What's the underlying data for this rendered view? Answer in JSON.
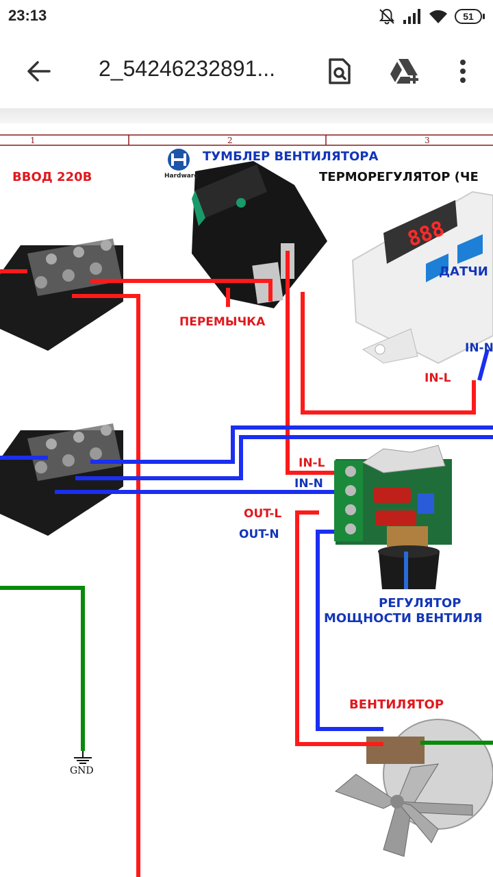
{
  "status_bar": {
    "time": "23:13",
    "battery": "51"
  },
  "app_bar": {
    "title": "2_54246232891..."
  },
  "diagram": {
    "grid_labels": [
      "1",
      "2",
      "3"
    ],
    "logo_text": "Hardware",
    "labels": {
      "input": "ВВОД 220В",
      "switch": "ТУМБЛЕР ВЕНТИЛЯТОРА",
      "thermostat": "ТЕРМОРЕГУЛЯТОР (ЧЕ",
      "sensor": "ДАТЧИ",
      "jumper": "ПЕРЕМЫЧКА",
      "thermo_in_n": "IN-N",
      "thermo_in_l": "IN-L",
      "reg_in_l": "IN-L",
      "reg_in_n": "IN-N",
      "reg_out_l": "OUT-L",
      "reg_out_n": "OUT-N",
      "regulator_line1": "РЕГУЛЯТОР",
      "regulator_line2": "МОЩНОСТИ ВЕНТИЛЯ",
      "fan": "ВЕНТИЛЯТОР",
      "gnd": "GND"
    },
    "display_reading": "888",
    "wire_colors": {
      "phase": "#ff1a1a",
      "neutral": "#1a2ff0",
      "ground": "#0a8a0a"
    }
  }
}
